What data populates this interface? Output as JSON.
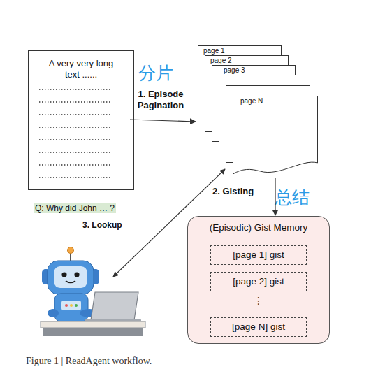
{
  "diagram": {
    "caption": "Figure 1 | ReadAgent workflow.",
    "nodes": [
      {
        "text": [
          "A very very long text ......"
        ]
      },
      {
        "text": [
          "page 1"
        ]
      },
      {
        "text": [
          "page 2"
        ]
      },
      {
        "text": [
          "page 3"
        ]
      },
      {
        "text": [
          "page N"
        ]
      },
      {
        "text": [
          "(Episodic) Gist Memory"
        ]
      },
      {
        "text": [
          "[page 1] gist"
        ],
        "in": 5
      },
      {
        "text": [
          "[page 2] gist"
        ],
        "in": 5
      },
      {
        "text": [
          "[page N] gist"
        ],
        "in": 5
      }
    ],
    "edges": [
      {
        "from": 0,
        "to": 1,
        "arrow": "to"
      },
      {
        "from": 4,
        "to": 5,
        "arrow": "to"
      }
    ],
    "labels": [
      "分片",
      "1. Episode Pagination",
      "2. Gisting",
      "总结",
      "Q: Why did John … ?",
      "3. Lookup",
      "⋮"
    ]
  }
}
